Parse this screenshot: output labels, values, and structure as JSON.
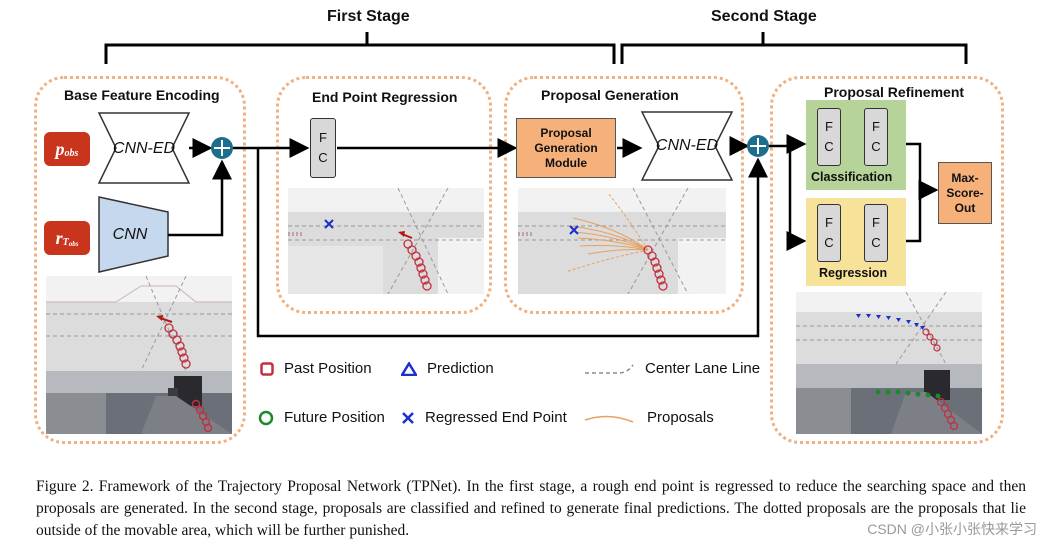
{
  "stages": {
    "first": "First Stage",
    "second": "Second Stage"
  },
  "panels": {
    "base_feature_encoding": {
      "title": "Base Feature Encoding",
      "input1_base": "p",
      "input1_sub": "obs",
      "input2_base": "r",
      "input2_sub": "T",
      "input2_subsub": "obs",
      "cnn_ed_label": "CNN-ED",
      "cnn_label": "CNN"
    },
    "end_point_regression": {
      "title": "End Point Regression",
      "fc_top": "F",
      "fc_bottom": "C"
    },
    "proposal_generation": {
      "title": "Proposal  Generation",
      "module_label": "Proposal Generation Module",
      "cnn_ed_label": "CNN-ED"
    },
    "proposal_refinement": {
      "title": "Proposal  Refinement",
      "classification_label": "Classification",
      "regression_label": "Regression",
      "fc_top": "F",
      "fc_bottom": "C",
      "max_score_out": "Max-Score-Out"
    }
  },
  "legend": {
    "past_position": "Past Position",
    "prediction": "Prediction",
    "center_lane_line": "Center Lane Line",
    "future_position": "Future Position",
    "regressed_end_point": "Regressed End Point",
    "proposals": "Proposals"
  },
  "caption": "Figure 2. Framework of the Trajectory Proposal Network (TPNet). In the first stage, a rough end point is regressed to reduce the searching space and then proposals are generated. In the second stage, proposals are classified and refined to generate final predictions. The dotted proposals are the proposals that lie outside of the movable area, which will be further punished.",
  "watermark": "CSDN @小张小张快来学习",
  "colors": {
    "panel_border": "#f0b080",
    "input_badge": "#c8341c",
    "cnn_fill": "#c5d8ee",
    "orange_module": "#f6b07a",
    "classification_bg": "#b6d39a",
    "regression_bg": "#f7e29a",
    "node": "#1c6e8c",
    "past_position": "#c03040",
    "prediction": "#1a2fd0",
    "future_position": "#1a8a2a",
    "regressed_end_point": "#1a2fd0",
    "proposals": "#e8a060"
  }
}
